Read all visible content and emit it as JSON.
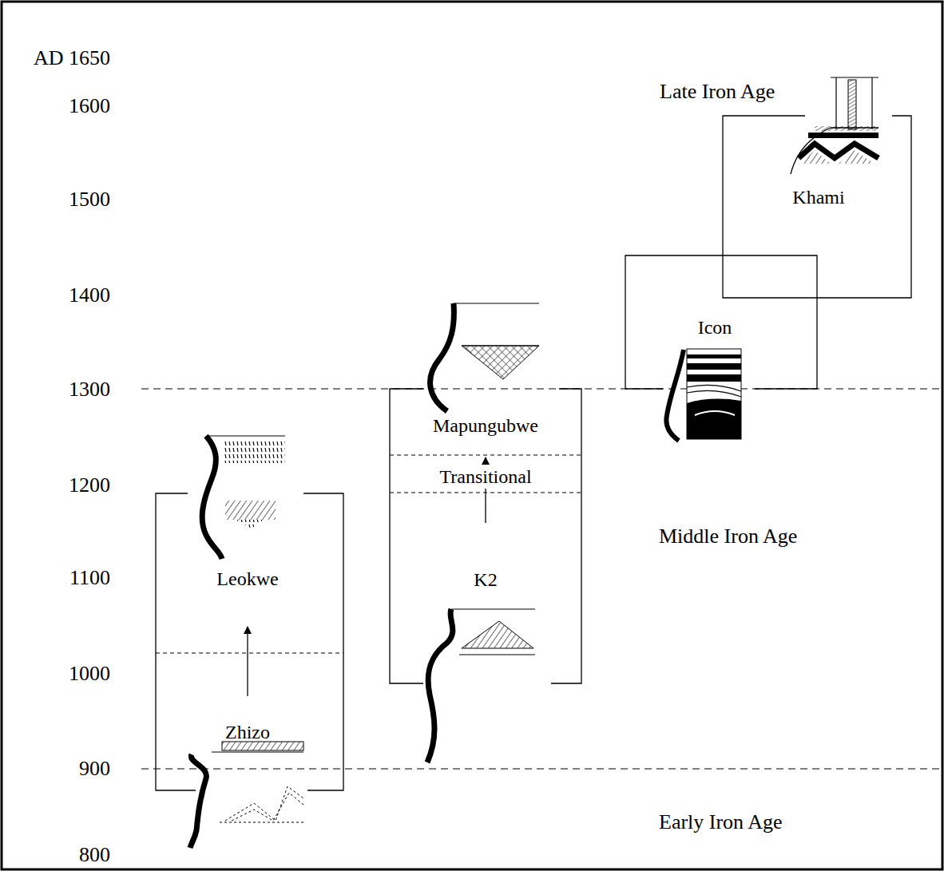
{
  "diagram": {
    "nodes": [
      {
        "text": [
          "Leokwe"
        ]
      },
      {
        "text": [
          "Zhizo"
        ]
      },
      {
        "text": [
          "Mapungubwe"
        ]
      },
      {
        "text": [
          "Transitional"
        ]
      },
      {
        "text": [
          "K2"
        ]
      },
      {
        "text": [
          "Icon"
        ]
      },
      {
        "text": [
          "Khami"
        ]
      }
    ],
    "edges": [
      {
        "from": 1,
        "to": 0,
        "arrow": "to"
      },
      {
        "from": 4,
        "to": 2,
        "arrow": "to"
      }
    ],
    "labels": [
      "AD 1650",
      "1600",
      "1500",
      "1400",
      "1300",
      "1200",
      "1100",
      "1000",
      "900",
      "800",
      "Late Iron Age",
      "Middle Iron Age",
      "Early Iron Age"
    ]
  }
}
